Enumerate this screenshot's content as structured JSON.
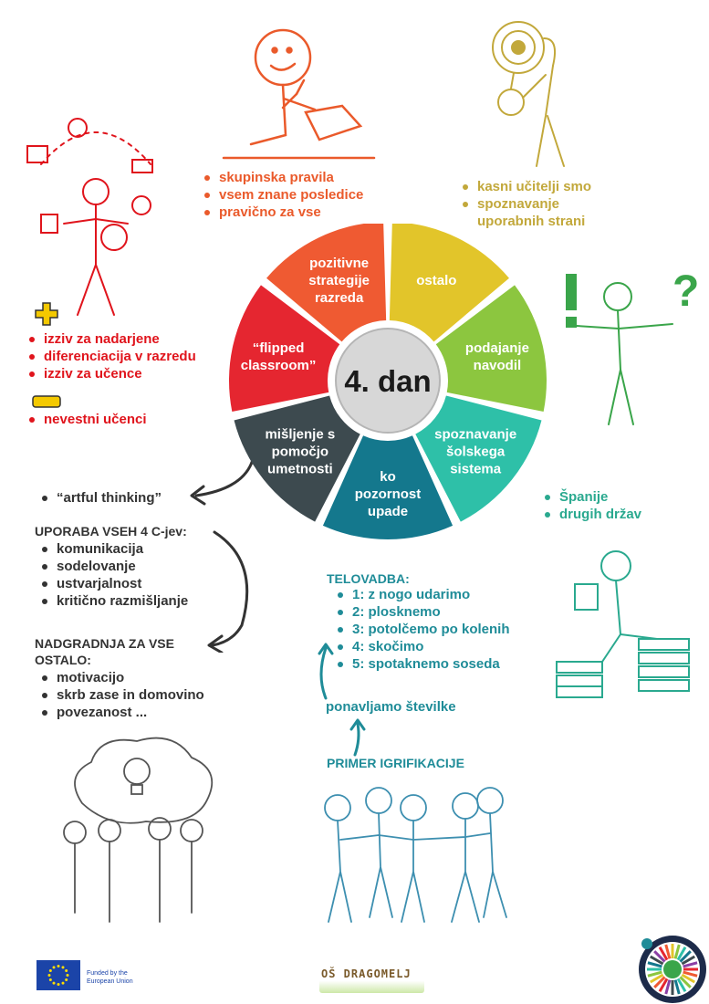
{
  "wheel": {
    "center_label": "4. dan",
    "segments": [
      {
        "lines": [
          "ostalo"
        ],
        "color": "#e2c52a"
      },
      {
        "lines": [
          "podajanje",
          "navodil"
        ],
        "color": "#8cc63f"
      },
      {
        "lines": [
          "spoznavanje",
          "šolskega",
          "sistema"
        ],
        "color": "#2ec0a8"
      },
      {
        "lines": [
          "ko",
          "pozornost",
          "upade"
        ],
        "color": "#14788d"
      },
      {
        "lines": [
          "mišljenje s",
          "pomočjo",
          "umetnosti"
        ],
        "color": "#3d4a4f"
      },
      {
        "lines": [
          "“flipped",
          "classroom”"
        ],
        "color": "#e52630"
      },
      {
        "lines": [
          "pozitivne",
          "strategije",
          "razreda"
        ],
        "color": "#ef5a32"
      }
    ]
  },
  "top_orange": {
    "items": [
      "skupinska pravila",
      "vsem znane posledice",
      "pravično za vse"
    ]
  },
  "top_olive": {
    "items": [
      "kasni učitelji smo",
      "spoznavanje uporabnih strani"
    ]
  },
  "left_red": {
    "items": [
      "izziv za nadarjene",
      "diferenciacija v razredu",
      "izziv za učence"
    ],
    "minus_items": [
      "nevestni učenci"
    ]
  },
  "right_green": {
    "items": [
      "Španije",
      "drugih držav"
    ]
  },
  "artful": {
    "items": [
      "“artful thinking”"
    ]
  },
  "uporaba": {
    "title": "UPORABA VSEH 4 C-jev:",
    "items": [
      "komunikacija",
      "sodelovanje",
      "ustvarjalnost",
      "kritično razmišljanje"
    ]
  },
  "nadgradnja": {
    "title": "NADGRADNJA ZA VSE OSTALO:",
    "items": [
      "motivacijo",
      "skrb zase in domovino",
      "povezanost ..."
    ]
  },
  "telovadba": {
    "title": "TELOVADBA:",
    "items": [
      "1: z nogo udarimo",
      "2: plosknemo",
      "3: potolčemo po kolenih",
      "4: skočimo",
      "5: spotaknemo soseda"
    ]
  },
  "ponavljamo": "ponavljamo številke",
  "primer": "PRIMER IGRIFIKACIJE",
  "footer": {
    "eu_line1": "Funded by the",
    "eu_line2": "European Union",
    "school": "OŠ DRAGOMELJ"
  },
  "colors": {
    "orange": "#ea5a2b",
    "olive": "#c2a83b",
    "red": "#e0141c",
    "green": "#2aa98f",
    "teal": "#1f8c98",
    "dark": "#333333"
  }
}
